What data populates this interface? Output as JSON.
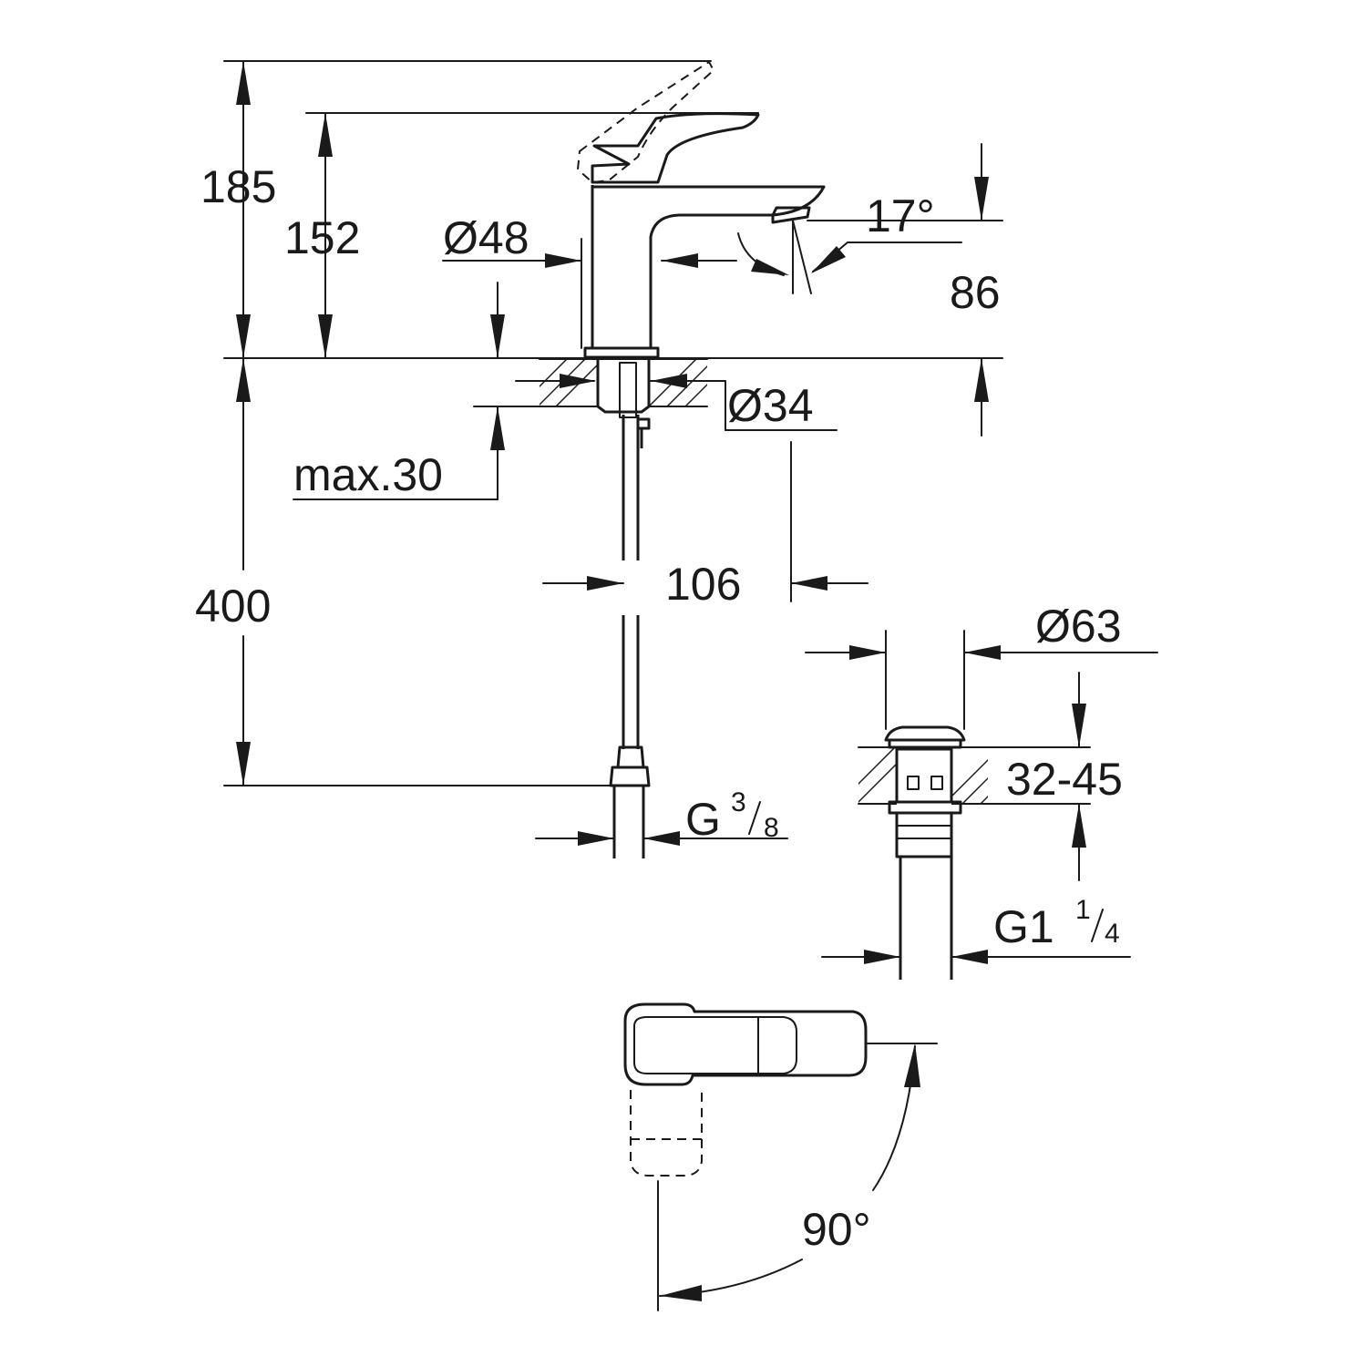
{
  "drawing": {
    "dimensions": {
      "total_height": "185",
      "spout_height": "152",
      "body_diameter": "Ø48",
      "spout_angle": "17°",
      "spout_clearance": "86",
      "shank_diameter": "Ø34",
      "max_deck_thickness": "max.30",
      "hose_length": "400",
      "spout_reach": "106",
      "waste_diameter": "Ø63",
      "waste_range": "32-45",
      "hose_connection_prefix": "G",
      "hose_connection_num": "3",
      "hose_connection_den": "8",
      "waste_thread_prefix": "G1",
      "waste_thread_num": "1",
      "waste_thread_den": "4",
      "lever_rotation": "90°"
    }
  }
}
